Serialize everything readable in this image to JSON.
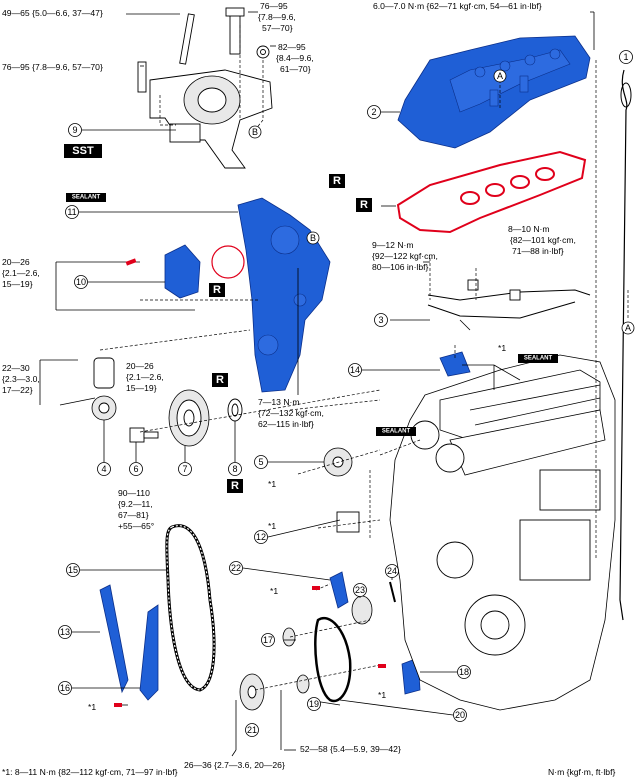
{
  "torque_specs": {
    "t49_65": "49—65 {5.0—6.6, 37—47}",
    "t76_95_left": "76—95 {7.8—9.6, 57—70}",
    "t76_95_top": [
      "76—95",
      "{7.8—9.6,",
      "57—70}"
    ],
    "t82_95": [
      "82—95",
      "{8.4—9.6,",
      "61—70}"
    ],
    "t6_7": "6.0—7.0 N·m {62—71 kgf·cm, 54—61 in·lbf}",
    "t8_10": [
      "8—10 N·m",
      "{82—101 kgf·cm,",
      "71—88 in·lbf}"
    ],
    "t9_12": [
      "9—12 N·m",
      "{92—122 kgf·cm,",
      "80—106 in·lbf}"
    ],
    "t20_26_a": [
      "20—26",
      "{2.1—2.6,",
      "15—19}"
    ],
    "t22_30": [
      "22—30",
      "{2.3—3.0,",
      "17—22}"
    ],
    "t20_26_b": [
      "20—26",
      "{2.1—2.6,",
      "15—19}"
    ],
    "t7_13": [
      "7—13 N·m",
      "{72—132 kgf·cm,",
      "62—115 in·lbf}"
    ],
    "t90_110": [
      "90—110",
      "{9.2—11,",
      "67—81}",
      "+55—65°"
    ],
    "t52_58": "52—58 {5.4—5.9, 39—42}",
    "t26_36": "26—36 {2.7—3.6, 20—26}"
  },
  "footnote": "*1: 8—11 N·m {82—112 kgf·cm, 71—97 in·lbf}",
  "unit_note": "N·m {kgf·m, ft·lbf}",
  "star_note": "*1",
  "badges": {
    "sst": "SST",
    "replace": "R",
    "sealant": "SEALANT"
  },
  "ref_letters": {
    "a": "A",
    "b": "B"
  },
  "callouts": [
    "1",
    "2",
    "3",
    "4",
    "5",
    "6",
    "7",
    "8",
    "9",
    "10",
    "11",
    "12",
    "13",
    "14",
    "15",
    "16",
    "17",
    "18",
    "19",
    "20",
    "21",
    "22",
    "23",
    "24"
  ],
  "colors": {
    "part_blue": "#1f5fd6",
    "gasket_red": "#e0001b",
    "badge_black": "#000000"
  }
}
